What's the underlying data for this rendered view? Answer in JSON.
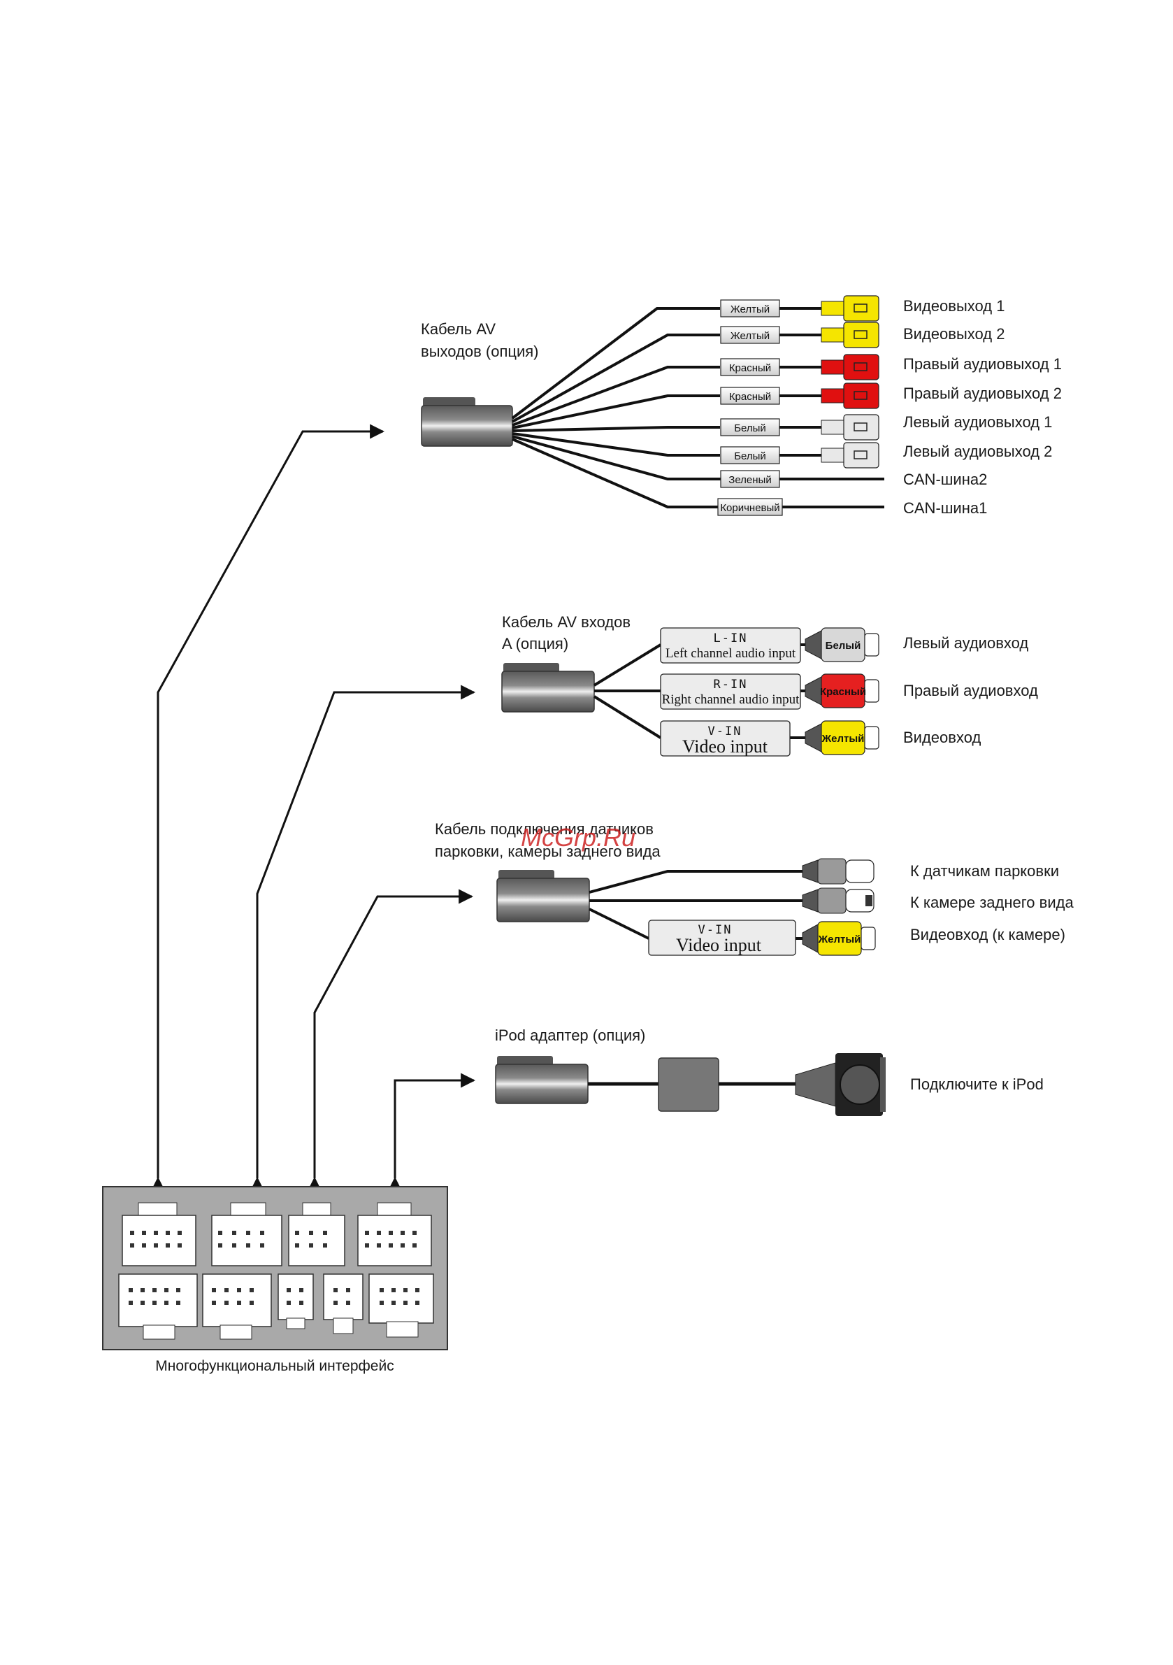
{
  "av_output": {
    "title_line1": "Кабель AV",
    "title_line2": "выходов (опция)",
    "wires": [
      {
        "tag": "Желтый",
        "label": "Видеовыход 1",
        "color": "#f5e500"
      },
      {
        "tag": "Желтый",
        "label": "Видеовыход 2",
        "color": "#f5e500"
      },
      {
        "tag": "Красный",
        "label": "Правый аудиовыход 1",
        "color": "#e01010"
      },
      {
        "tag": "Красный",
        "label": "Правый аудиовыход 2",
        "color": "#e01010"
      },
      {
        "tag": "Белый",
        "label": "Левый аудиовыход 1",
        "color": "#e8e8e8"
      },
      {
        "tag": "Белый",
        "label": "Левый аудиовыход 2",
        "color": "#e8e8e8"
      },
      {
        "tag": "Зеленый",
        "label": "CAN-шина2",
        "color": null
      },
      {
        "tag": "Коричневый",
        "label": "CAN-шина1",
        "color": null
      }
    ]
  },
  "av_input": {
    "title_line1": "Кабель AV входов",
    "title_line2": "A (опция)",
    "channels": [
      {
        "box_top": "L-IN",
        "box_sub": "Left channel audio input",
        "plug": "Белый",
        "label": "Левый аудиовход",
        "color": "#d8d8d8"
      },
      {
        "box_top": "R-IN",
        "box_sub": "Right channel audio input",
        "plug": "Красный",
        "label": "Правый аудиовход",
        "color": "#e52020"
      },
      {
        "box_top": "V-IN",
        "box_sub": "Video input",
        "plug": "Желтый",
        "label": "Видеовход",
        "color": "#f5e500"
      }
    ]
  },
  "parking": {
    "title_line1": "Кабель подключения датчиков",
    "title_line2": "парковки, камеры заднего вида",
    "lines": [
      {
        "label": "К датчикам парковки"
      },
      {
        "label": "К камере заднего вида"
      },
      {
        "box_top": "V-IN",
        "box_sub": "Video input",
        "plug": "Желтый",
        "label": "Видеовход (к камере)",
        "color": "#f5e500"
      }
    ]
  },
  "ipod": {
    "title": "iPod адаптер (опция)",
    "label": "Подключите к iPod"
  },
  "interface": {
    "caption": "Многофункциональный интерфейс"
  },
  "watermark": "McGrp.Ru"
}
